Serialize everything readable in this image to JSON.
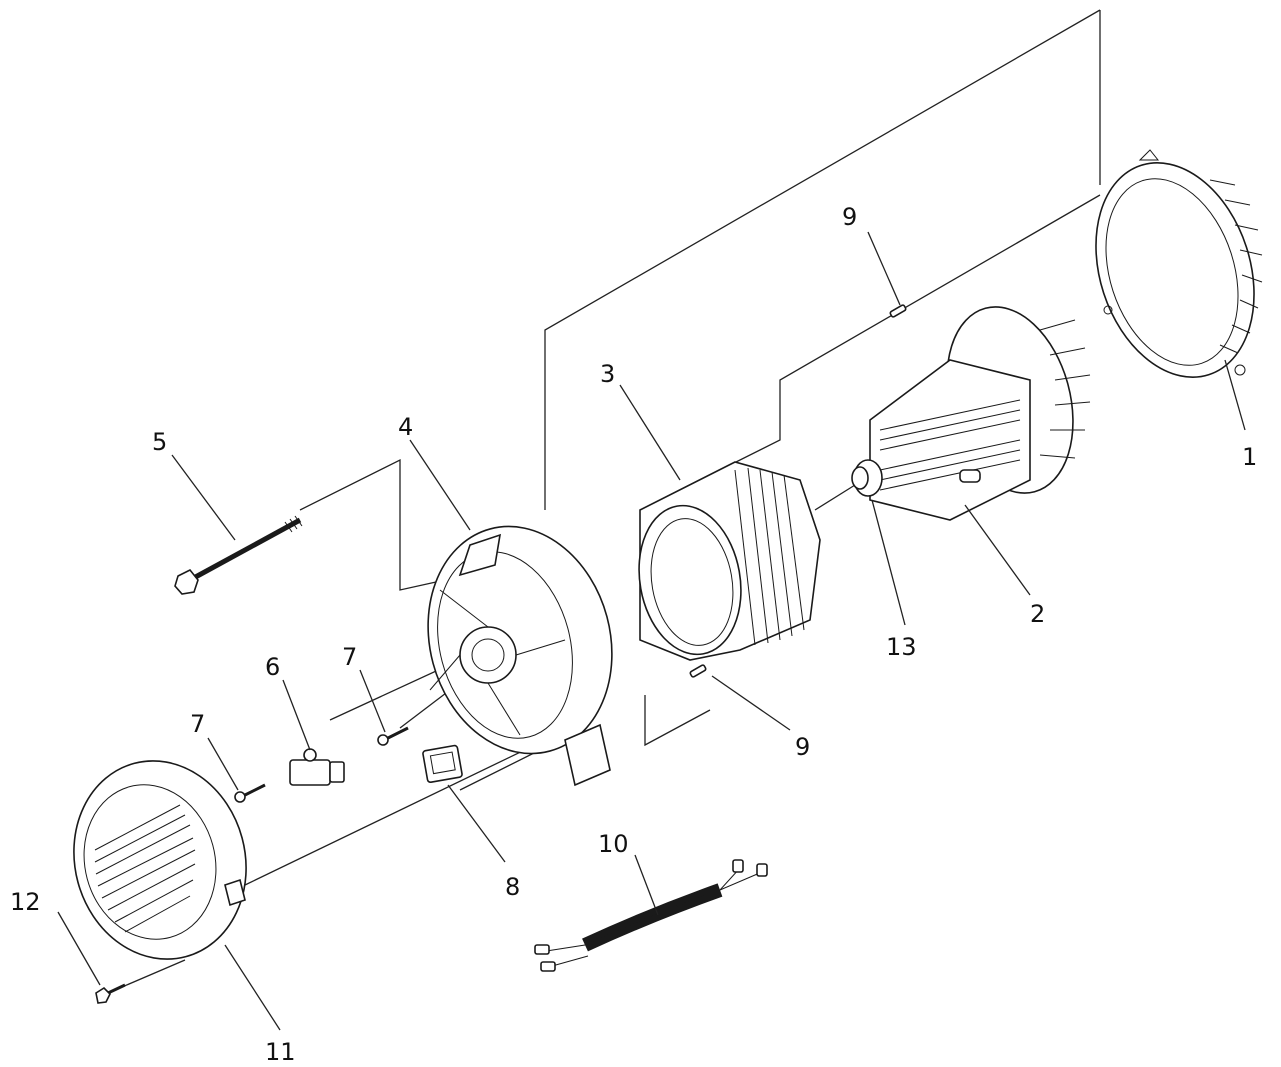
{
  "diagram": {
    "type": "exploded-parts-diagram",
    "callouts": [
      {
        "id": "c1",
        "label": "1"
      },
      {
        "id": "c2",
        "label": "2"
      },
      {
        "id": "c3",
        "label": "3"
      },
      {
        "id": "c4",
        "label": "4"
      },
      {
        "id": "c5",
        "label": "5"
      },
      {
        "id": "c6",
        "label": "6"
      },
      {
        "id": "c7a",
        "label": "7"
      },
      {
        "id": "c7b",
        "label": "7"
      },
      {
        "id": "c8",
        "label": "8"
      },
      {
        "id": "c9a",
        "label": "9"
      },
      {
        "id": "c9b",
        "label": "9"
      },
      {
        "id": "c10",
        "label": "10"
      },
      {
        "id": "c11",
        "label": "11"
      },
      {
        "id": "c12",
        "label": "12"
      },
      {
        "id": "c13",
        "label": "13"
      }
    ]
  }
}
